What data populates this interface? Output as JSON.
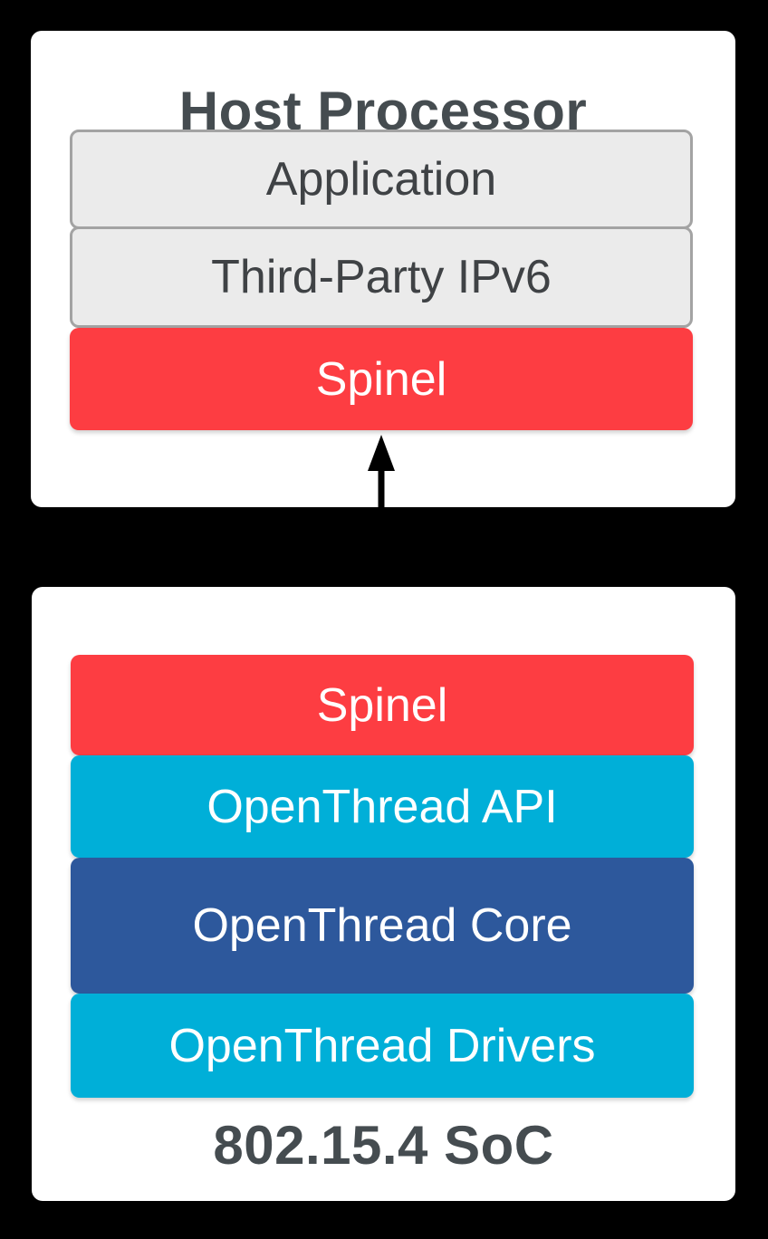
{
  "diagram": {
    "host_card": {
      "title": "Host Processor",
      "layers": [
        {
          "label": "Application",
          "color_key": "gray"
        },
        {
          "label": "Third-Party IPv6",
          "color_key": "gray"
        },
        {
          "label": "Spinel",
          "color_key": "red"
        }
      ]
    },
    "connector": {
      "style": "double-headed-vertical-arrow",
      "color": "#000000"
    },
    "soc_card": {
      "title": "802.15.4 SoC",
      "layers": [
        {
          "label": "Spinel",
          "color_key": "red"
        },
        {
          "label": "OpenThread API",
          "color_key": "cyan"
        },
        {
          "label": "OpenThread Core",
          "color_key": "blue"
        },
        {
          "label": "OpenThread Drivers",
          "color_key": "cyan"
        }
      ]
    }
  },
  "colors": {
    "background": "#000000",
    "card": "#FFFFFF",
    "gray_fill": "#EBEBEB",
    "gray_border": "#A3A3A3",
    "red": "#FD3D42",
    "cyan": "#00AFD8",
    "blue": "#2D589C",
    "title_text": "#454C50",
    "gray_text": "#3F4245",
    "light_text": "#FFFFFF"
  }
}
